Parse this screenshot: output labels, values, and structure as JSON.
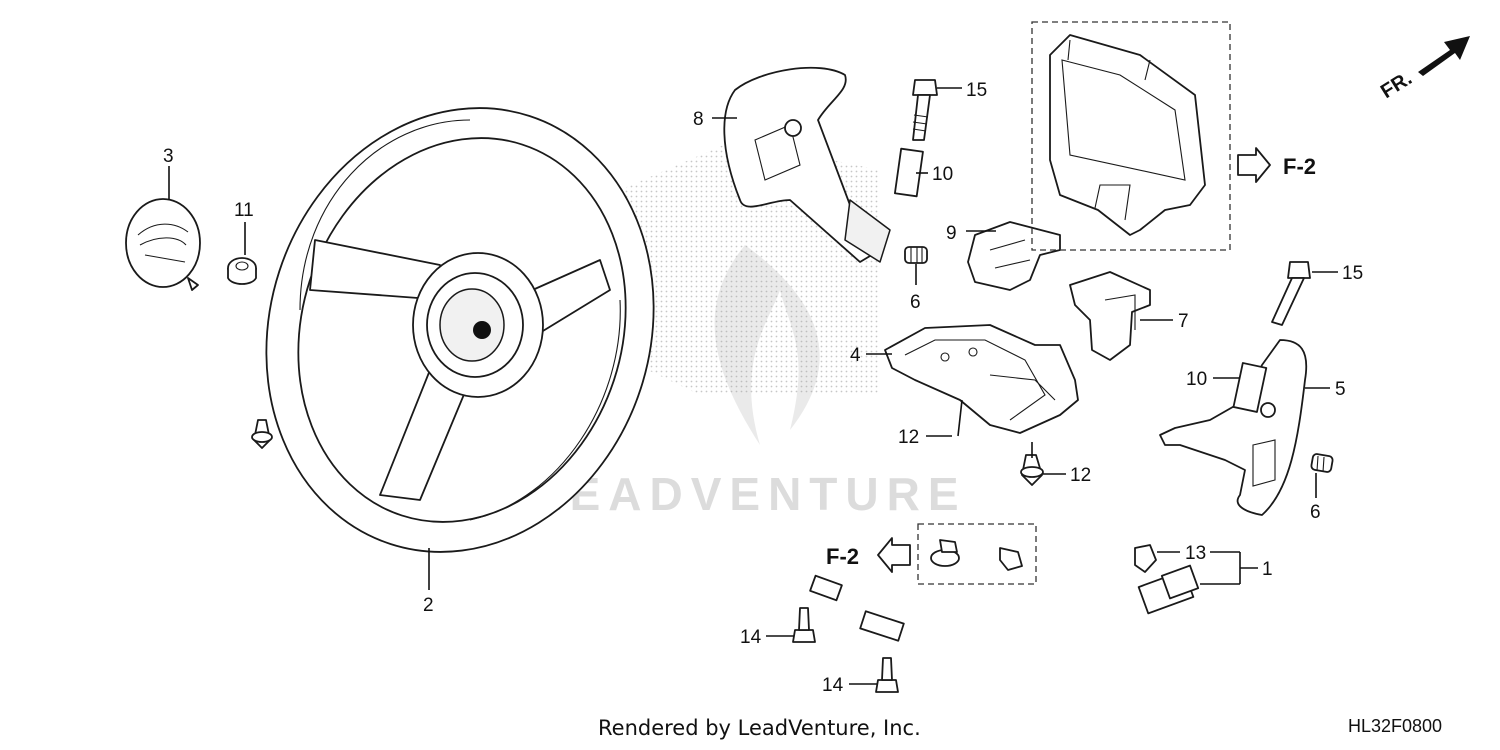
{
  "watermark": "LEADVENTURE",
  "footer": "Rendered by LeadVenture, Inc.",
  "drawing_code": "HL32F0800",
  "direction_marker": "FR.",
  "reference_label": "F-2",
  "callouts": {
    "c1": "1",
    "c2": "2",
    "c3": "3",
    "c4": "4",
    "c5": "5",
    "c6a": "6",
    "c6b": "6",
    "c7": "7",
    "c8": "8",
    "c9": "9",
    "c10a": "10",
    "c10b": "10",
    "c11": "11",
    "c12a": "12",
    "c12b": "12",
    "c13": "13",
    "c14a": "14",
    "c14b": "14",
    "c15a": "15",
    "c15b": "15"
  }
}
